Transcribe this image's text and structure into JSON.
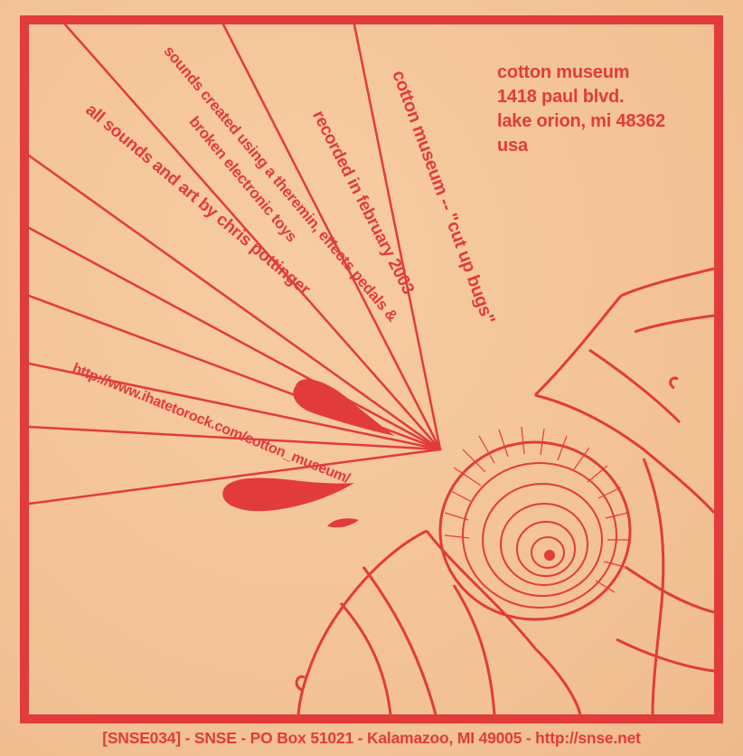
{
  "address": {
    "line1": "cotton museum",
    "line2": "1418 paul blvd.",
    "line3": "lake orion, mi 48362",
    "line4": "usa"
  },
  "credits": {
    "title": "cotton museum -- \"cut up bugs\"",
    "recorded": "recorded in february 2003",
    "sounds_line1": "sounds created using a theremin, effects pedals &",
    "sounds_line2": "broken electronic toys",
    "art": "all sounds and art by chris pottinger",
    "url": "http://www.ihatetorock.com/cotton_museum/"
  },
  "footer": {
    "text": "[SNSE034] - SNSE - PO Box 51021 - Kalamazoo, MI 49005 - http://snse.net"
  },
  "colors": {
    "ink": "#e23b3c",
    "paper": "#f4c69a"
  }
}
